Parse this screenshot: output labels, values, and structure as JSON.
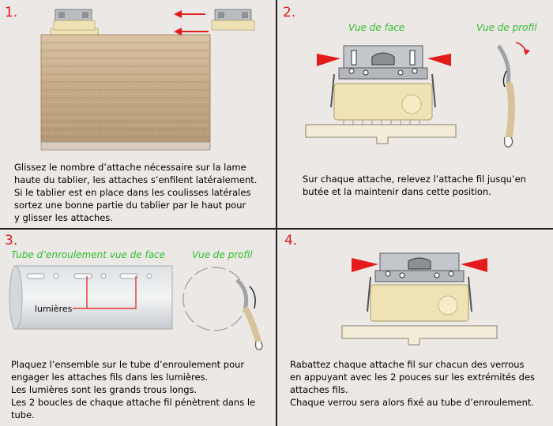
{
  "steps": [
    {
      "number": "1.",
      "lines": [
        "Glissez le nombre d’attache nécessaire sur la lame",
        "haute du tablier, les attaches s’enfilent latéralement.",
        "Si le tablier est en place dans les coulisses latérales",
        "sortez une bonne partie du tablier par le haut pour",
        "y glisser les attaches."
      ]
    },
    {
      "number": "2.",
      "caption_front": "Vue de face",
      "caption_profile": "Vue de profil",
      "lines": [
        "Sur chaque attache, relevez l’attache fil jusqu’en",
        "butée et la maintenir dans cette position."
      ]
    },
    {
      "number": "3.",
      "caption_tube": "Tube d’enroulement vue de face",
      "caption_profile": "Vue de profil",
      "tube_label": "lumières",
      "lines": [
        "Plaquez l’ensemble sur le tube d’enroulement pour",
        "engager les attaches fils dans les lumières.",
        "Les lumières sont les grands trous longs.",
        "Les 2 boucles de chaque attache fil pénètrent dans le",
        "tube."
      ]
    },
    {
      "number": "4.",
      "lines": [
        "Rabattez chaque attache fil sur chacun des verrous",
        "en appuyant avec les 2 pouces sur les extrémités des",
        "attaches fils.",
        "Chaque verrou sera alors fixé au tube d’enroulement."
      ]
    }
  ],
  "colors": {
    "step_number": "#e31b1b",
    "caption": "#2fbf2f",
    "background": "#ebe8e5",
    "slat": "#c8ae8c",
    "cream": "#efe3b5"
  }
}
